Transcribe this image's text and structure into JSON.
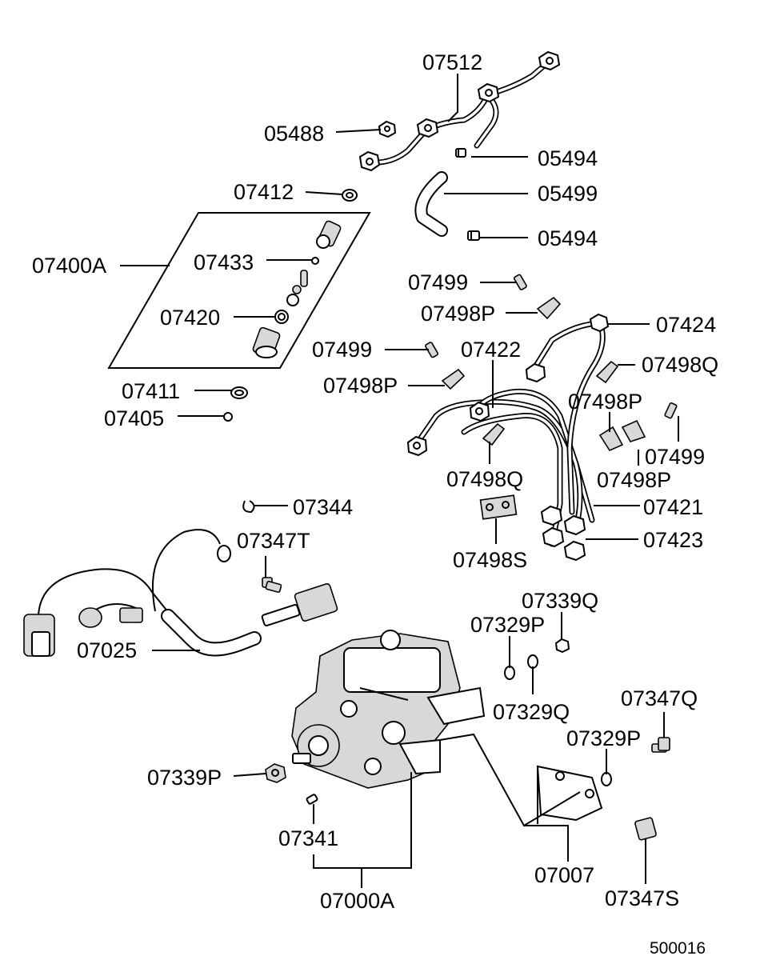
{
  "figure_id": "500016",
  "labels": {
    "p07512": "07512",
    "p05488": "05488",
    "p05494a": "05494",
    "p07412": "07412",
    "p05499": "05499",
    "p05494b": "05494",
    "p07400A": "07400A",
    "p07433": "07433",
    "p07420": "07420",
    "p07411": "07411",
    "p07405": "07405",
    "p07499a": "07499",
    "p07498Pa": "07498P",
    "p07424": "07424",
    "p07499b": "07499",
    "p07422": "07422",
    "p07498Q1": "07498Q",
    "p07498Pb": "07498P",
    "p07498Pc": "07498P",
    "p07499c": "07499",
    "p07498Q2": "07498Q",
    "p07498Pd": "07498P",
    "p07344": "07344",
    "p07421": "07421",
    "p07347T": "07347T",
    "p07423": "07423",
    "p07498S": "07498S",
    "p07339Q": "07339Q",
    "p07329Pa": "07329P",
    "p07025": "07025",
    "p07329Q": "07329Q",
    "p07347Q": "07347Q",
    "p07329Pb": "07329P",
    "p07339P": "07339P",
    "p07341": "07341",
    "p07007": "07007",
    "p07000A": "07000A",
    "p07347S": "07347S"
  }
}
